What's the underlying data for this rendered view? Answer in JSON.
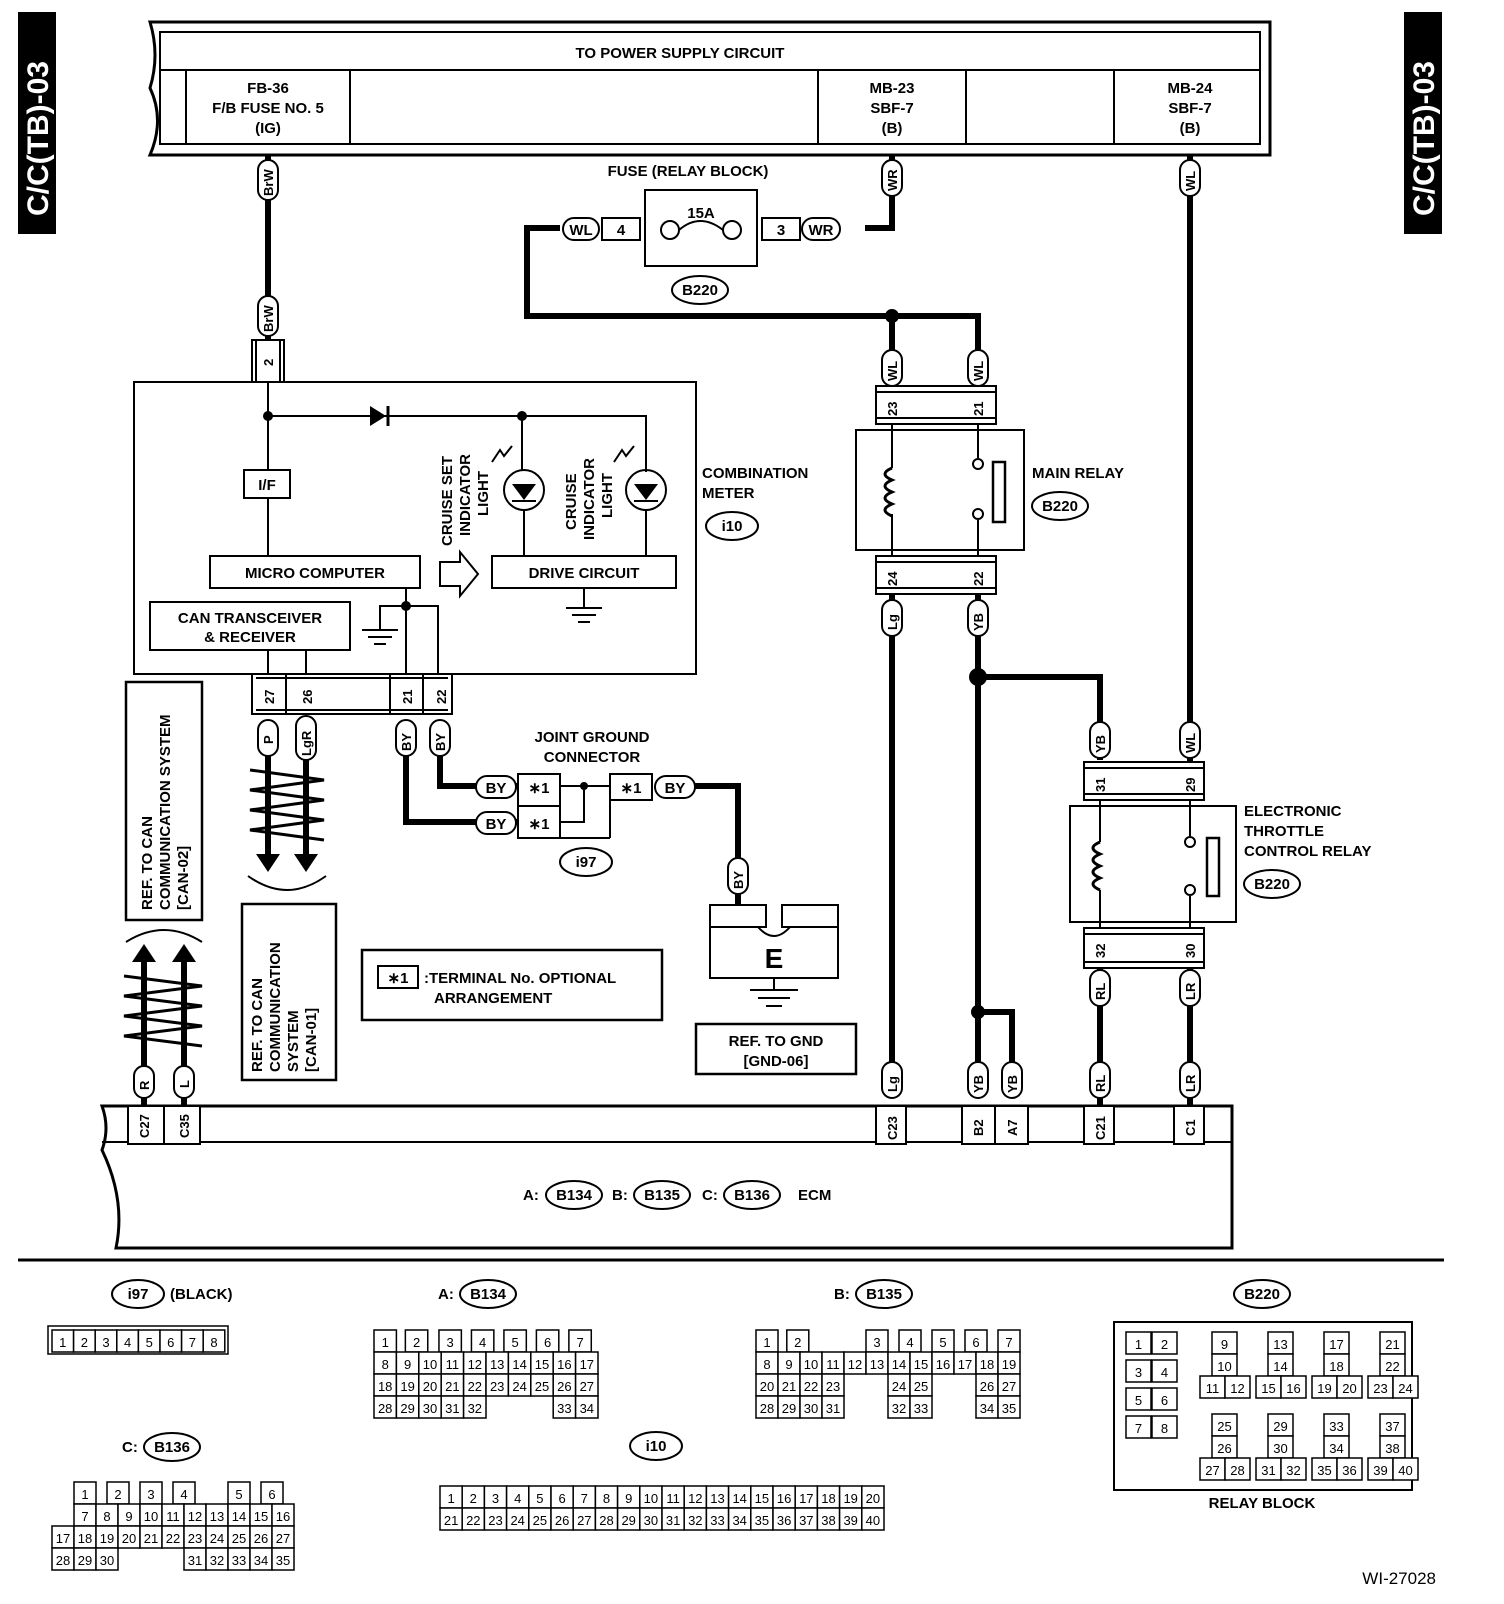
{
  "side_tab": "C/C(TB)-03",
  "power_supply": {
    "title": "TO POWER SUPPLY CIRCUIT",
    "col1": [
      "FB-36",
      "F/B FUSE NO. 5",
      "(IG)"
    ],
    "col2": [
      "MB-23",
      "SBF-7",
      "(B)"
    ],
    "col3": [
      "MB-24",
      "SBF-7",
      "(B)"
    ]
  },
  "fuse": {
    "title": "FUSE (RELAY BLOCK)",
    "rating": "15A",
    "pin_left": "4",
    "pin_right": "3",
    "connector": "B220"
  },
  "wire_colors": {
    "BrW": "BrW",
    "WR": "WR",
    "WL": "WL",
    "Lg": "Lg",
    "YB": "YB",
    "BY": "BY",
    "P": "P",
    "LgR": "LgR",
    "RL": "RL",
    "LR": "LR",
    "R": "R",
    "L": "L"
  },
  "pins": {
    "meter_2": "2",
    "relay_23": "23",
    "relay_21": "21",
    "relay_24": "24",
    "relay_22": "22",
    "etc_31": "31",
    "etc_29": "29",
    "etc_32": "32",
    "etc_30": "30",
    "m27": "27",
    "m26": "26",
    "m21": "21",
    "m22": "22",
    "c27": "C27",
    "c35": "C35",
    "c23": "C23",
    "b2": "B2",
    "a7": "A7",
    "c21": "C21",
    "c1": "C1",
    "star1": "∗1"
  },
  "combination_meter": {
    "label": [
      "COMBINATION",
      "METER"
    ],
    "connector": "i10",
    "if_label": "I/F",
    "micro": "MICRO COMPUTER",
    "can": [
      "CAN TRANSCEIVER",
      "& RECEIVER"
    ],
    "drive": "DRIVE CIRCUIT",
    "cruise_set": [
      "CRUISE SET",
      "INDICATOR",
      "LIGHT"
    ],
    "cruise": [
      "CRUISE",
      "INDICATOR",
      "LIGHT"
    ]
  },
  "main_relay": {
    "label": "MAIN RELAY",
    "connector": "B220"
  },
  "etc_relay": {
    "label": [
      "ELECTRONIC",
      "THROTTLE",
      "CONTROL RELAY"
    ],
    "connector": "B220"
  },
  "joint_ground": {
    "label": [
      "JOINT GROUND",
      "CONNECTOR"
    ],
    "connector": "i97"
  },
  "ground": {
    "letter": "E",
    "ref": [
      "REF. TO GND",
      "[GND-06]"
    ]
  },
  "note": [
    "∗1",
    ":TERMINAL No. OPTIONAL",
    "ARRANGEMENT"
  ],
  "ref_can02": [
    "REF. TO CAN",
    "COMMUNICATION SYSTEM",
    "[CAN-02]"
  ],
  "ref_can01": [
    "REF. TO CAN",
    "COMMUNICATION",
    "SYSTEM",
    "[CAN-01]"
  ],
  "ecm": {
    "prefix_a": "A:",
    "conn_a": "B134",
    "prefix_b": "B:",
    "conn_b": "B135",
    "prefix_c": "C:",
    "conn_c": "B136",
    "label": "ECM"
  },
  "legend": {
    "i97": {
      "name": "i97",
      "color": "(BLACK)",
      "pins": [
        "1",
        "2",
        "3",
        "4",
        "5",
        "6",
        "7",
        "8"
      ]
    },
    "a": {
      "prefix": "A:",
      "name": "B134",
      "rows": [
        [
          "1",
          "2",
          "3",
          "4",
          "5",
          "6",
          "7"
        ],
        [
          "8",
          "9",
          "10",
          "11",
          "12",
          "13",
          "14",
          "15",
          "16",
          "17"
        ],
        [
          "18",
          "19",
          "20",
          "21",
          "22",
          "23",
          "24",
          "25",
          "26",
          "27"
        ],
        [
          "28",
          "29",
          "30",
          "31",
          "32",
          "33",
          "34"
        ]
      ]
    },
    "b": {
      "prefix": "B:",
      "name": "B135",
      "rows": [
        [
          "1",
          "2",
          "3",
          "4",
          "5",
          "6",
          "7"
        ],
        [
          "8",
          "9",
          "10",
          "11",
          "12",
          "13",
          "14",
          "15",
          "16",
          "17",
          "18",
          "19"
        ],
        [
          "20",
          "21",
          "22",
          "23",
          "24",
          "25",
          "26",
          "27"
        ],
        [
          "28",
          "29",
          "30",
          "31",
          "32",
          "33",
          "34",
          "35"
        ]
      ]
    },
    "c": {
      "prefix": "C:",
      "name": "B136",
      "rows": [
        [
          "1",
          "2",
          "3",
          "4",
          "5",
          "6"
        ],
        [
          "7",
          "8",
          "9",
          "10",
          "11",
          "12",
          "13",
          "14",
          "15",
          "16"
        ],
        [
          "17",
          "18",
          "19",
          "20",
          "21",
          "22",
          "23",
          "24",
          "25",
          "26",
          "27"
        ],
        [
          "28",
          "29",
          "30",
          "31",
          "32",
          "33",
          "34",
          "35"
        ]
      ]
    },
    "i10": {
      "name": "i10",
      "rows": [
        [
          "1",
          "2",
          "3",
          "4",
          "5",
          "6",
          "7",
          "8",
          "9",
          "10",
          "11",
          "12",
          "13",
          "14",
          "15",
          "16",
          "17",
          "18",
          "19",
          "20"
        ],
        [
          "21",
          "22",
          "23",
          "24",
          "25",
          "26",
          "27",
          "28",
          "29",
          "30",
          "31",
          "32",
          "33",
          "34",
          "35",
          "36",
          "37",
          "38",
          "39",
          "40"
        ]
      ]
    },
    "b220": {
      "name": "B220",
      "caption": "RELAY BLOCK",
      "pins": [
        "1",
        "2",
        "3",
        "4",
        "5",
        "6",
        "7",
        "8",
        "9",
        "10",
        "11",
        "12",
        "13",
        "14",
        "15",
        "16",
        "17",
        "18",
        "19",
        "20",
        "21",
        "22",
        "23",
        "24",
        "25",
        "26",
        "27",
        "28",
        "29",
        "30",
        "31",
        "32",
        "33",
        "34",
        "35",
        "36",
        "37",
        "38",
        "39",
        "40"
      ]
    }
  },
  "figure_id": "WI-27028"
}
